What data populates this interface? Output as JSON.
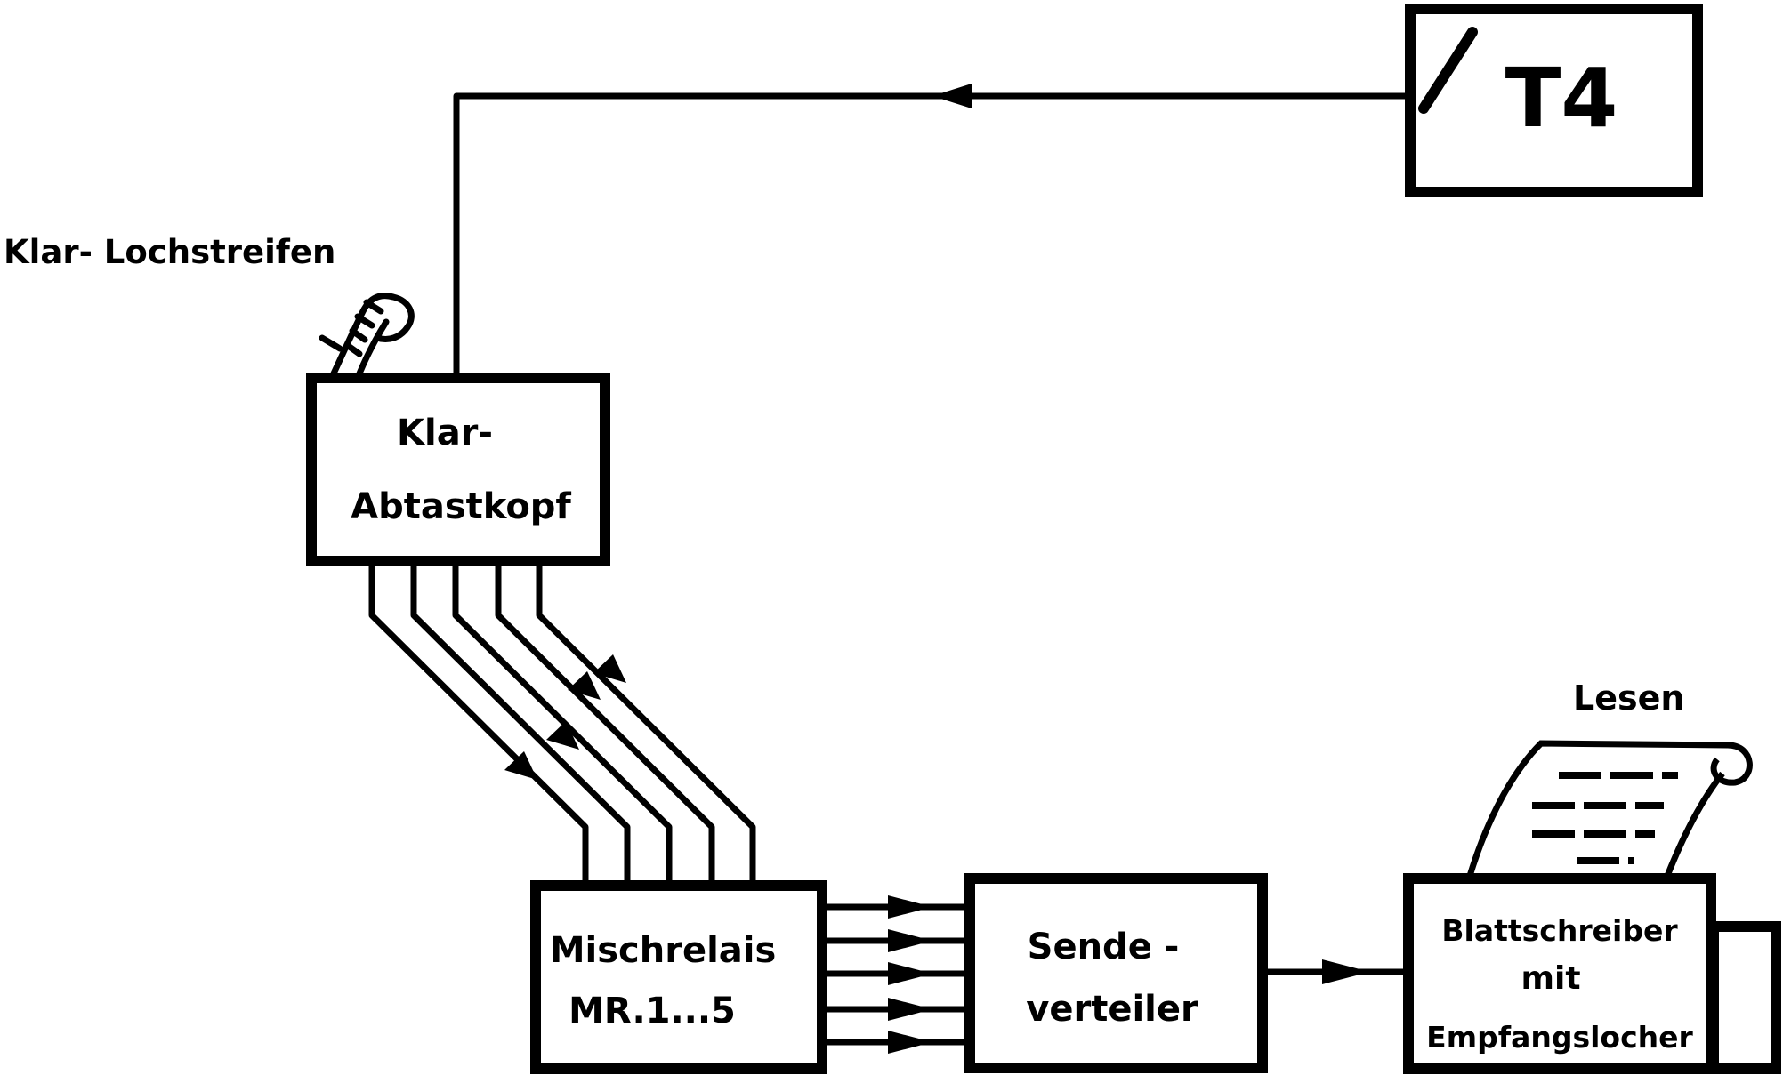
{
  "diagram": {
    "caption_tape": "Klar- Lochstreifen",
    "box_scanner": {
      "line1": "Klar-",
      "line2": "Abtastkopf"
    },
    "box_t4": {
      "label": "T4"
    },
    "box_mixing_relay": {
      "line1": "Mischrelais",
      "line2": "MR.1...5"
    },
    "box_distributor": {
      "line1": "Sende -",
      "line2": "verteiler"
    },
    "box_printer": {
      "line1": "Blattschreiber",
      "line2": "mit",
      "line3": "Empfangslocher"
    },
    "caption_read": "Lesen",
    "colors": {
      "ink": "#000000",
      "paper": "#ffffff"
    },
    "icons": [
      "punched-tape-icon",
      "switch-icon",
      "paper-sheet-icon",
      "arrow-icon"
    ]
  }
}
